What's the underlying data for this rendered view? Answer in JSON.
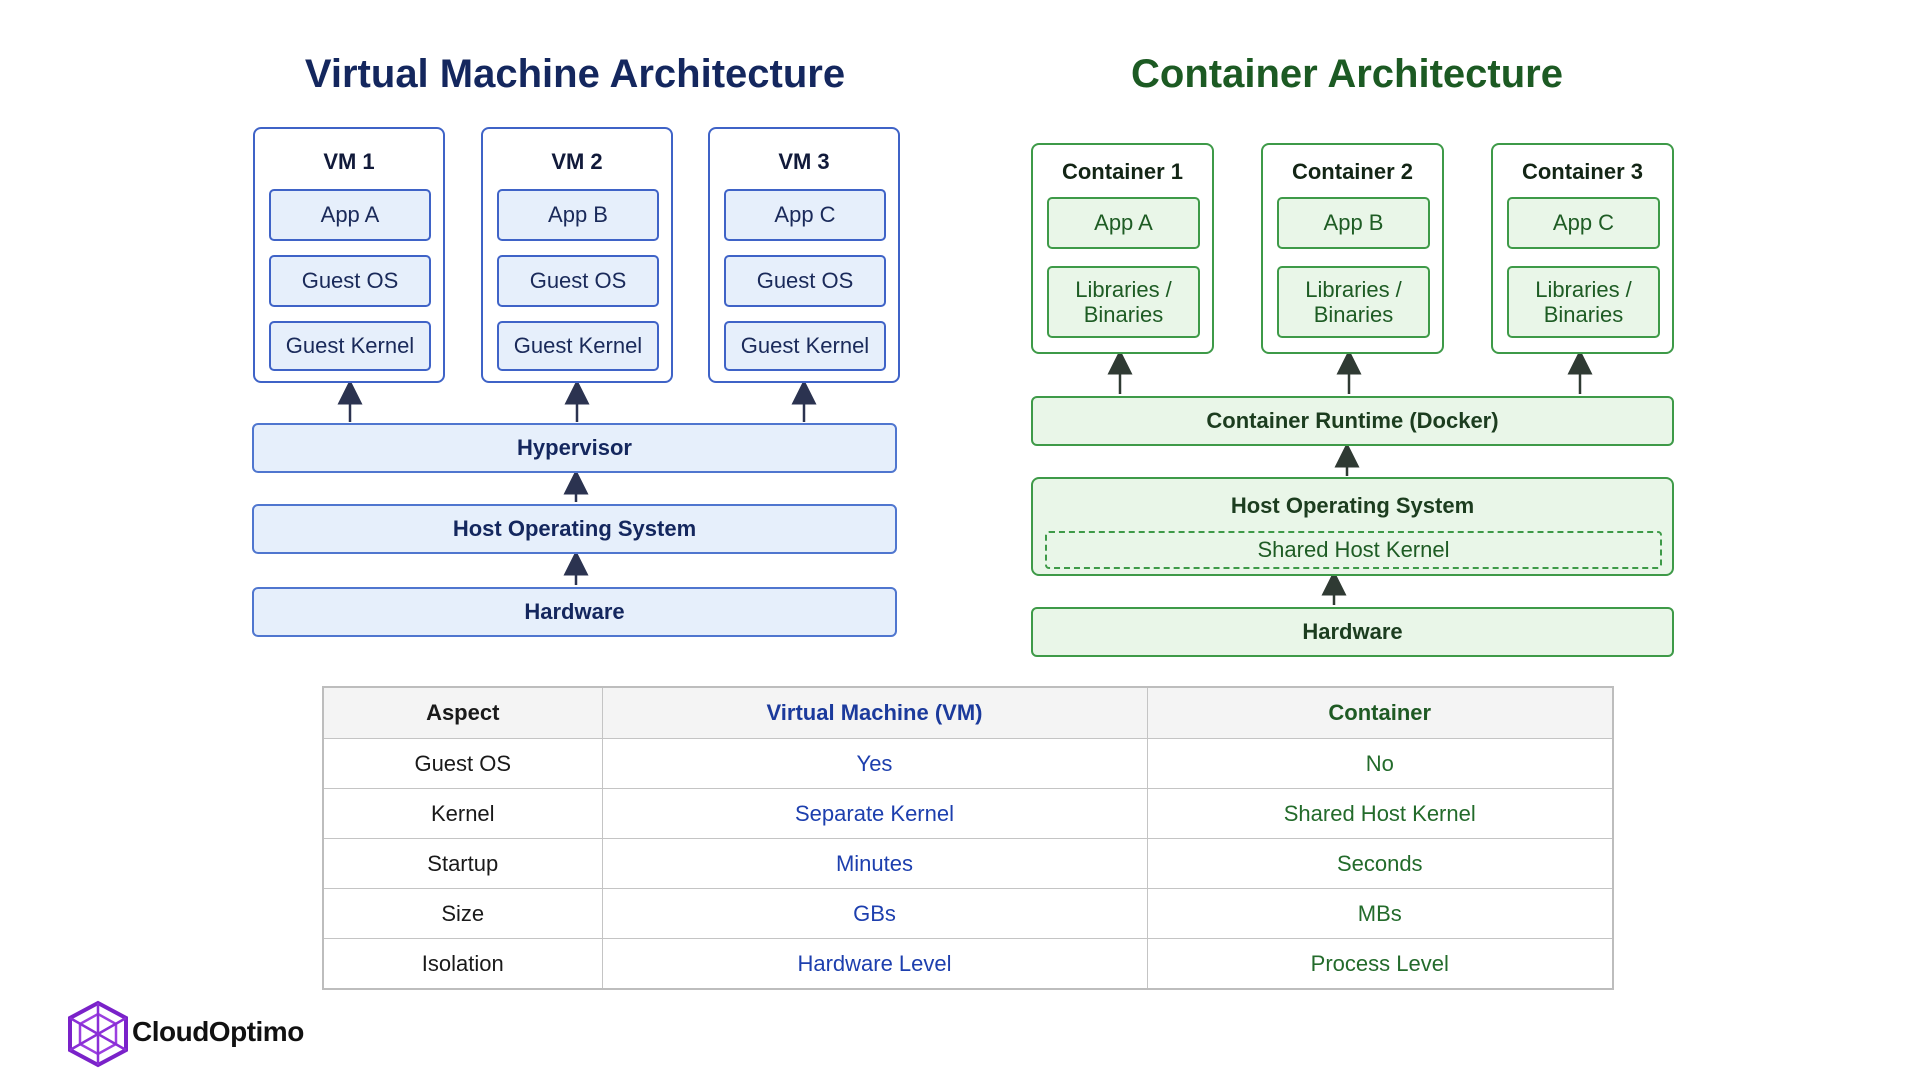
{
  "vm": {
    "title": "Virtual Machine Architecture",
    "machines": [
      {
        "label": "VM 1",
        "app": "App A",
        "os": "Guest OS",
        "kernel": "Guest Kernel"
      },
      {
        "label": "VM 2",
        "app": "App B",
        "os": "Guest OS",
        "kernel": "Guest Kernel"
      },
      {
        "label": "VM 3",
        "app": "App C",
        "os": "Guest OS",
        "kernel": "Guest Kernel"
      }
    ],
    "hypervisor": "Hypervisor",
    "host_os": "Host Operating System",
    "hardware": "Hardware"
  },
  "container": {
    "title": "Container Architecture",
    "containers": [
      {
        "label": "Container 1",
        "app": "App A",
        "libs_line1": "Libraries /",
        "libs_line2": "Binaries"
      },
      {
        "label": "Container 2",
        "app": "App B",
        "libs_line1": "Libraries /",
        "libs_line2": "Binaries"
      },
      {
        "label": "Container 3",
        "app": "App C",
        "libs_line1": "Libraries /",
        "libs_line2": "Binaries"
      }
    ],
    "runtime": "Container Runtime (Docker)",
    "host_os": "Host Operating System",
    "shared_kernel": "Shared Host Kernel",
    "hardware": "Hardware"
  },
  "comparison": {
    "headers": [
      "Aspect",
      "Virtual Machine (VM)",
      "Container"
    ],
    "rows": [
      [
        "Guest OS",
        "Yes",
        "No"
      ],
      [
        "Kernel",
        "Separate Kernel",
        "Shared Host Kernel"
      ],
      [
        "Startup",
        "Minutes",
        "Seconds"
      ],
      [
        "Size",
        "GBs",
        "MBs"
      ],
      [
        "Isolation",
        "Hardware Level",
        "Process Level"
      ]
    ]
  },
  "brand": {
    "name": "CloudOptimo",
    "logo_color": "#7a22c9"
  },
  "colors": {
    "vm_accent": "#3f63c7",
    "container_accent": "#3e9a48"
  }
}
